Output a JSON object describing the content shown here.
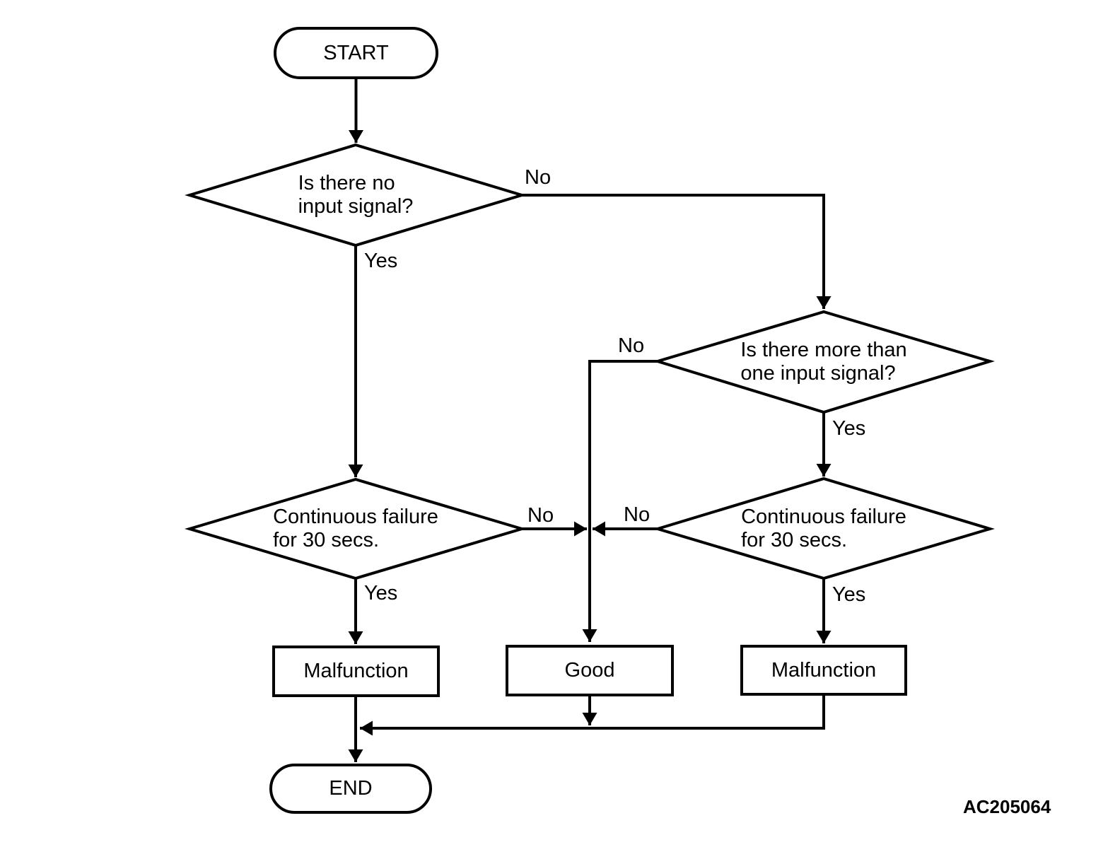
{
  "diagram": {
    "figure_code": "AC205064",
    "nodes": {
      "start": {
        "label": "START"
      },
      "no_input_decision": {
        "label": "Is there no\ninput signal?"
      },
      "multi_input_decision": {
        "label": "Is there more than\none input signal?"
      },
      "continuous_failure_left": {
        "label": "Continuous failure\nfor 30 secs."
      },
      "continuous_failure_right": {
        "label": "Continuous failure\nfor 30 secs."
      },
      "malfunction_left": {
        "label": "Malfunction"
      },
      "good": {
        "label": "Good"
      },
      "malfunction_right": {
        "label": "Malfunction"
      },
      "end": {
        "label": "END"
      }
    },
    "edge_labels": {
      "no_input_no": "No",
      "no_input_yes": "Yes",
      "multi_input_no": "No",
      "multi_input_yes": "Yes",
      "continuous_left_no": "No",
      "continuous_left_yes": "Yes",
      "continuous_right_no": "No",
      "continuous_right_yes": "Yes"
    },
    "colors": {
      "line": "#000000",
      "background": "#ffffff",
      "text": "#000000"
    }
  }
}
